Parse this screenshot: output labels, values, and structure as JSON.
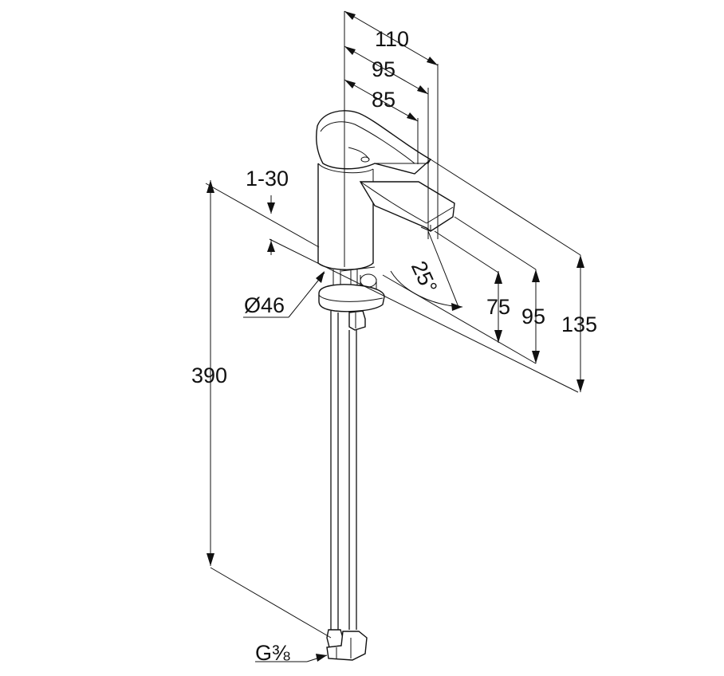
{
  "dimensions": {
    "width_total": "110",
    "width_spout": "95",
    "width_body": "85",
    "handle_height": "1-30",
    "base_diameter": "Ø46",
    "angle": "25°",
    "spout_height_75": "75",
    "spout_height_95": "95",
    "total_height": "135",
    "hose_length": "390",
    "connection_thread": "G⅜"
  }
}
